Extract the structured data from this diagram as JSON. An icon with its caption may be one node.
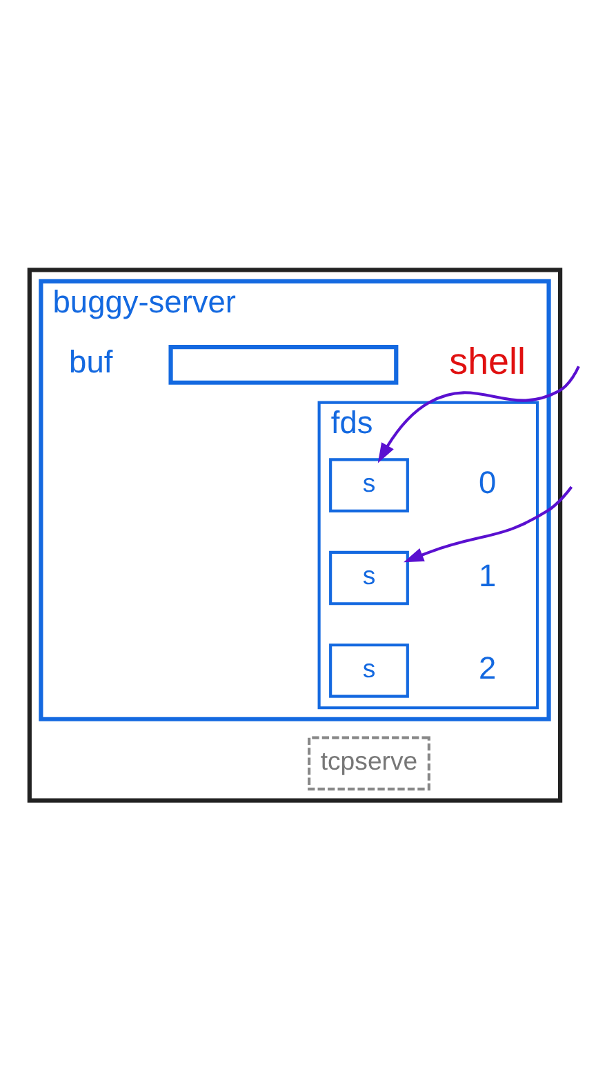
{
  "diagram": {
    "nodes": [
      {
        "text": [],
        "shape": "box"
      },
      {
        "text": [
          "buggy-server"
        ],
        "in": 0
      },
      {
        "text": [],
        "shape": "box",
        "beside": [
          "buf"
        ],
        "in": 1
      },
      {
        "text": [
          "fds"
        ],
        "in": 1
      },
      {
        "text": [
          "s"
        ],
        "beside": [
          "0"
        ],
        "in": 3
      },
      {
        "text": [
          "s"
        ],
        "beside": [
          "1"
        ],
        "in": 3
      },
      {
        "text": [
          "s"
        ],
        "beside": [
          "2"
        ],
        "in": 3
      },
      {
        "text": [
          "tcpserve"
        ],
        "in": 0
      }
    ],
    "edges": [
      {
        "from": null,
        "to": 4,
        "arrow": "to"
      },
      {
        "from": null,
        "to": 5,
        "arrow": "to"
      }
    ],
    "labels": [
      "shell"
    ]
  }
}
